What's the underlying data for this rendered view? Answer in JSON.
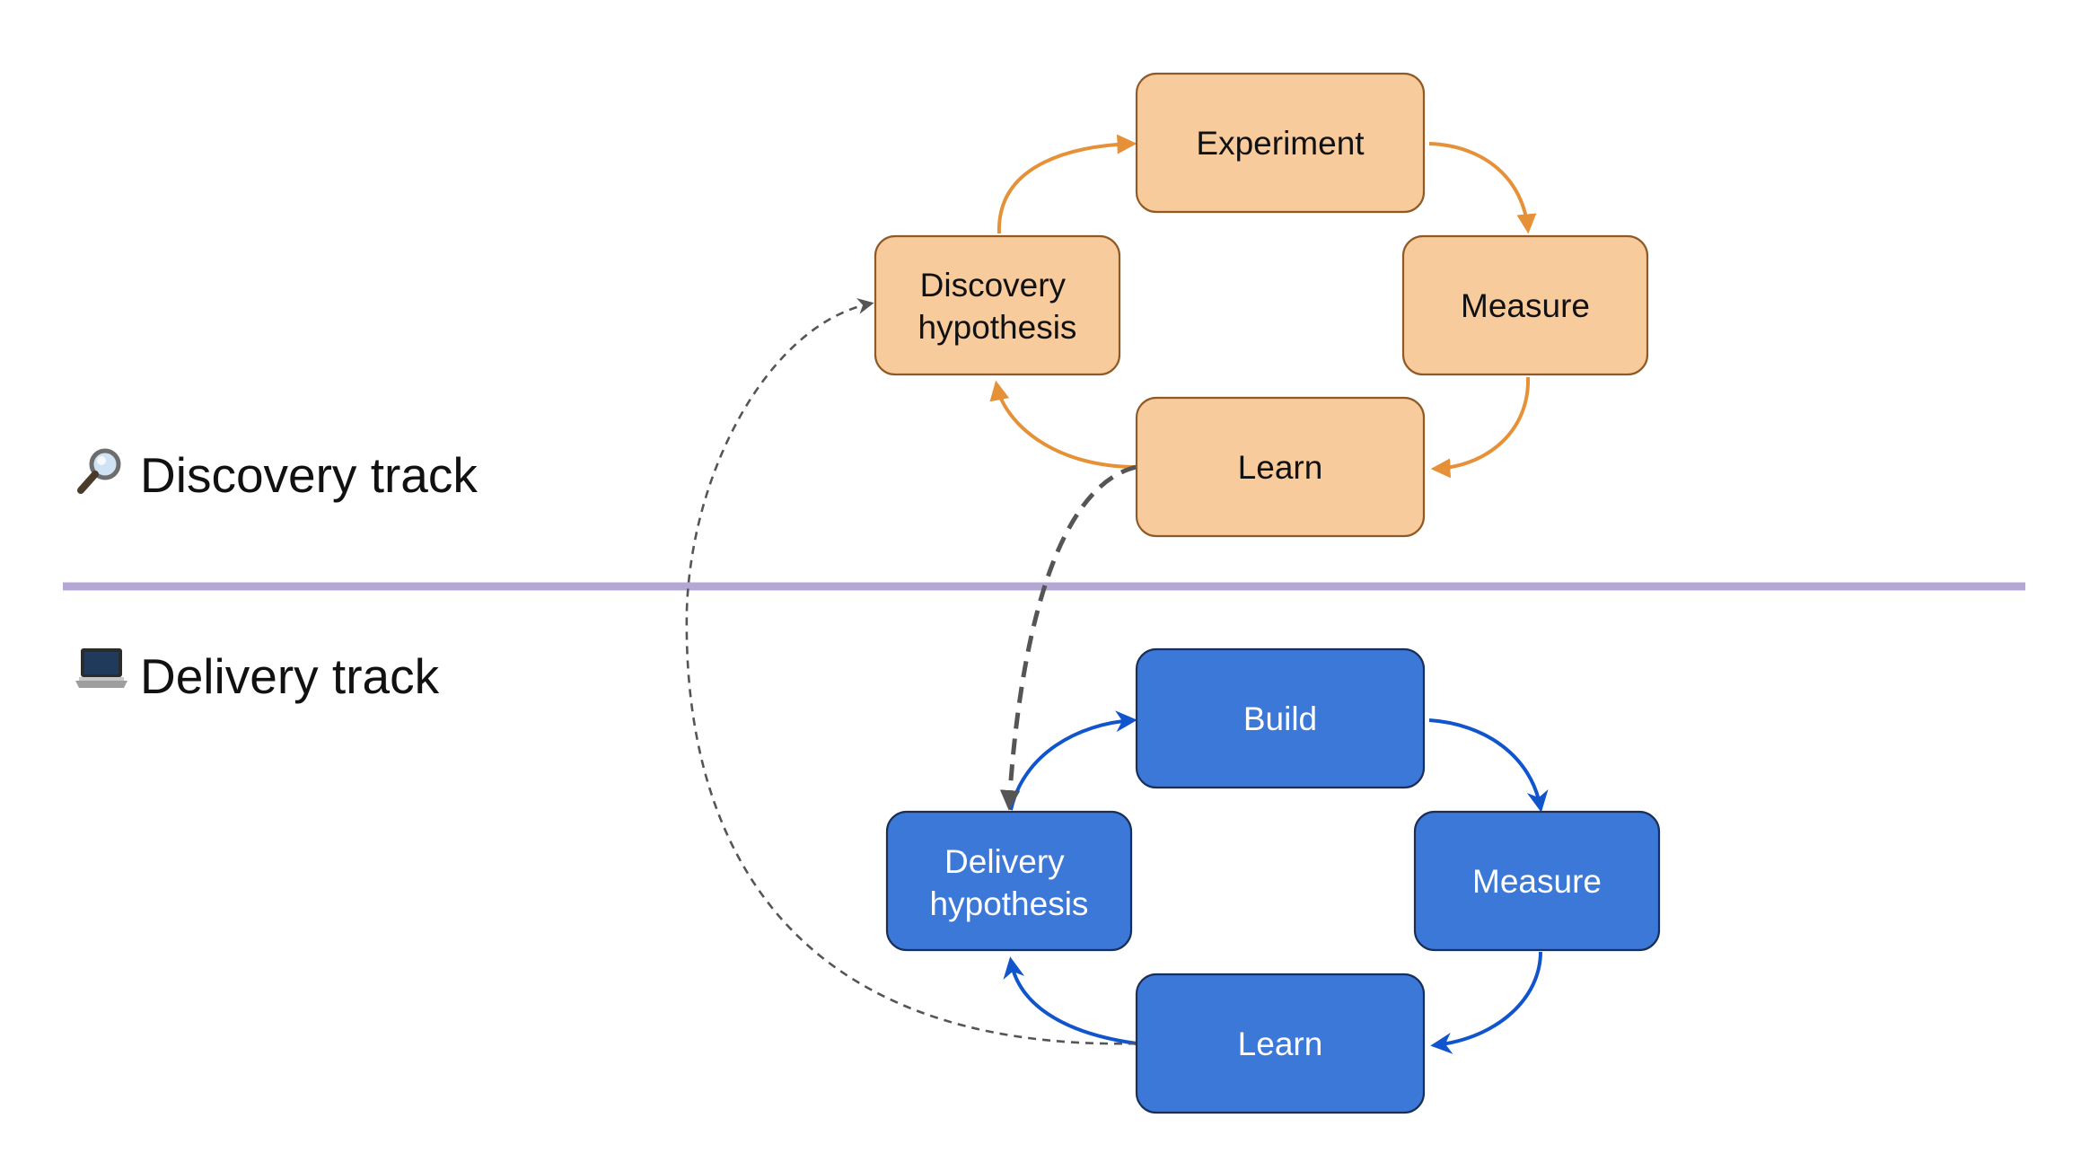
{
  "tracks": {
    "discovery": {
      "label": "Discovery track",
      "icon": "magnifying-glass-icon",
      "color": "#f8cb9c",
      "arrow_color": "#e69138",
      "nodes": {
        "experiment": "Experiment",
        "measure": "Measure",
        "learn": "Learn",
        "hypothesis": [
          "Discovery",
          "hypothesis"
        ]
      }
    },
    "delivery": {
      "label": "Delivery track",
      "icon": "laptop-icon",
      "color": "#3c78d8",
      "arrow_color": "#1155cc",
      "nodes": {
        "build": "Build",
        "measure": "Measure",
        "learn": "Learn",
        "hypothesis": [
          "Delivery",
          "hypothesis"
        ]
      }
    }
  },
  "divider_color": "#b4a7d6",
  "connector_color": "#555555"
}
